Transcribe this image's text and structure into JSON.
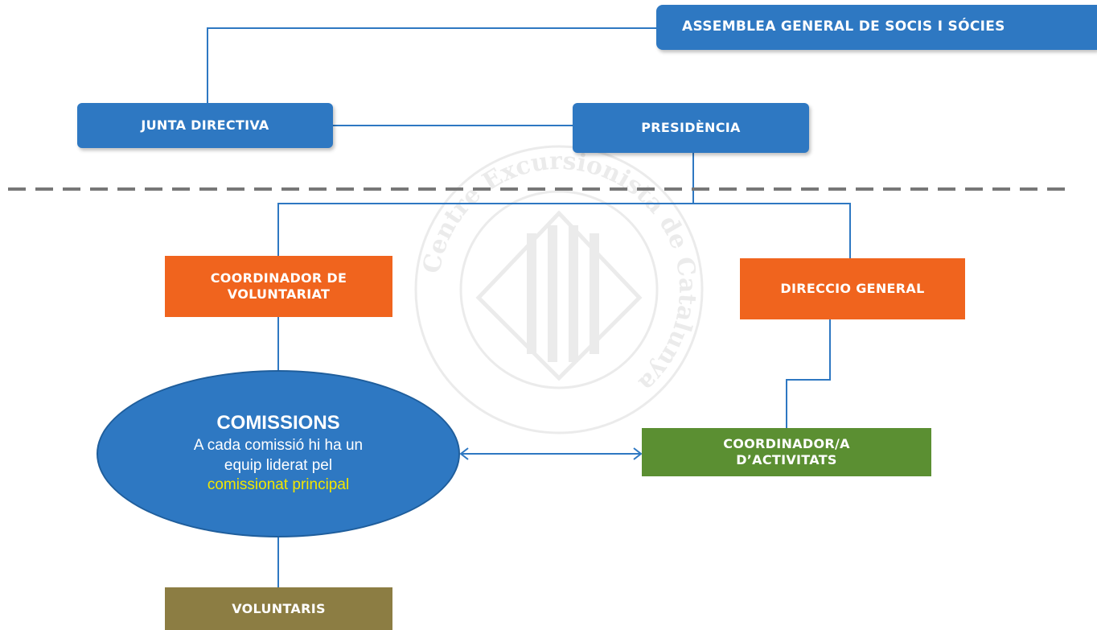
{
  "nodes": {
    "assemblea": "ASSEMBLEA GENERAL DE SOCIS I SÓCIES",
    "junta": "JUNTA DIRECTIVA",
    "presidencia": "PRESIDÈNCIA",
    "coordinador_voluntariat": "COORDINADOR DE VOLUNTARIAT",
    "direccio_general": "DIRECCIO GENERAL",
    "coordinador_activitats": "COORDINADOR/A D’ACTIVITATS",
    "voluntaris": "VOLUNTARIS"
  },
  "comissions": {
    "title": "COMISSIONS",
    "line1": "A cada comissió hi ha un",
    "line2": "equip liderat pel",
    "highlight": "comissionat principal"
  },
  "colors": {
    "blue": "#2e78c2",
    "orange": "#f0641e",
    "green": "#5b8f32",
    "olive": "#8c7d43",
    "highlight": "#f2e600",
    "line": "#2e78c2",
    "divider": "#777777"
  },
  "watermark": {
    "text": "Centre Excursionista de Catalunya"
  }
}
